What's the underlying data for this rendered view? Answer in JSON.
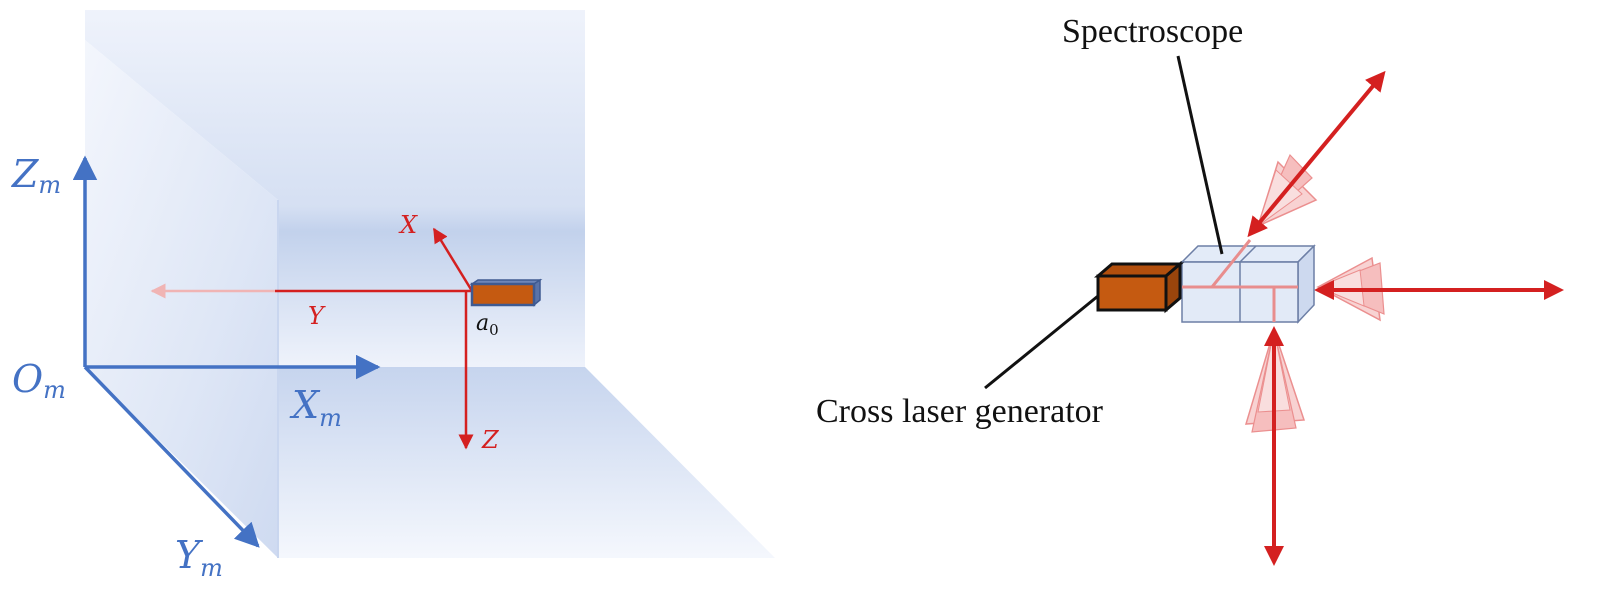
{
  "left_diagram": {
    "world_axes": {
      "origin": {
        "main": "O",
        "sub": "m"
      },
      "x": {
        "main": "X",
        "sub": "m"
      },
      "y": {
        "main": "Y",
        "sub": "m"
      },
      "z": {
        "main": "Z",
        "sub": "m"
      }
    },
    "local_axes": {
      "x": "X",
      "y": "Y",
      "z": "Z"
    },
    "point_label": {
      "main": "a",
      "sub": "0"
    }
  },
  "right_diagram": {
    "spectroscope_label": "Spectroscope",
    "generator_label": "Cross laser generator"
  },
  "colors": {
    "world_axis": "#4472c4",
    "laser": "#d42020",
    "generator_body": "#c55a11",
    "wall": "#b4c7e7",
    "cube": "#c9d7f0"
  }
}
